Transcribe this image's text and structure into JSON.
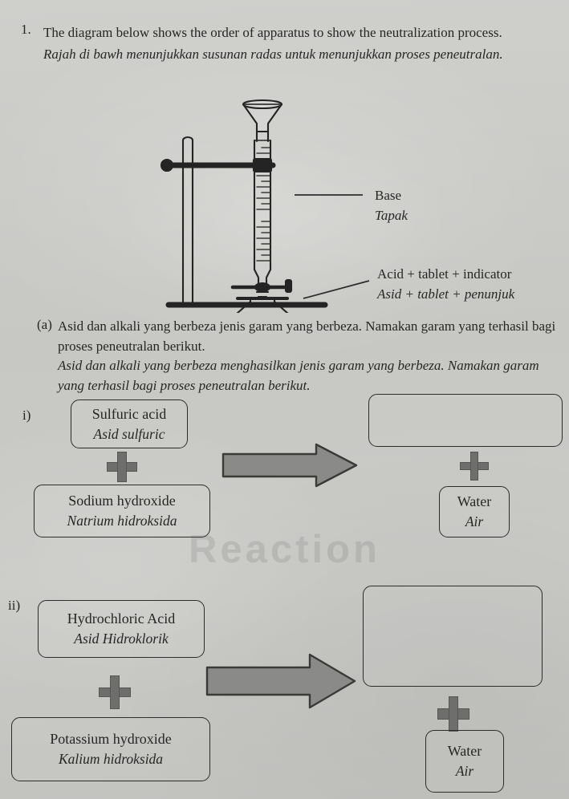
{
  "question": {
    "number": "1.",
    "english": "The diagram below shows the order of apparatus to show the neutralization process.",
    "malay": "Rajah di bawh menunjukkan susunan radas untuk menunjukkan proses peneutralan."
  },
  "apparatus": {
    "labels": [
      {
        "id": "base",
        "english": "Base",
        "malay": "Tapak"
      },
      {
        "id": "flask-contents",
        "english": "Acid + tablet + indicator",
        "malay": "Asid + tablet + penunjuk"
      }
    ],
    "parts": {
      "funnel": "funnel",
      "burette": "graduated-burette",
      "clamp": "retort-clamp",
      "stopcock": "stopcock-tap",
      "flask": "conical-flask",
      "stand": "retort-stand"
    }
  },
  "part_a": {
    "marker": "(a)",
    "english": "Asid dan alkali yang berbeza jenis garam yang berbeza. Namakan garam yang terhasil bagi proses peneutralan berikut.",
    "malay": "Asid dan alkali yang berbeza menghasilkan jenis garam yang berbeza. Namakan garam yang terhasil bagi proses peneutralan berikut."
  },
  "reactions": [
    {
      "marker": "i)",
      "reactant_1": {
        "english": "Sulfuric acid",
        "malay": "Asid sulfuric"
      },
      "operator": "+",
      "reactant_2": {
        "english": "Sodium hydroxide",
        "malay": "Natrium hidroksida"
      },
      "arrow": "right-block-arrow",
      "product_1": {
        "english": "",
        "malay": "",
        "answer_blank": true
      },
      "product_2": {
        "english": "Water",
        "malay": "Air"
      }
    },
    {
      "marker": "ii)",
      "reactant_1": {
        "english": "Hydrochloric Acid",
        "malay": "Asid Hidroklorik"
      },
      "operator": "+",
      "reactant_2": {
        "english": "Potassium hydroxide",
        "malay": "Kalium hidroksida"
      },
      "arrow": "right-block-arrow",
      "product_1": {
        "english": "",
        "malay": "",
        "answer_blank": true
      },
      "product_2": {
        "english": "Water",
        "malay": "Air"
      }
    }
  ],
  "watermark": "Reaction",
  "colors": {
    "paper": "#c9c9c6",
    "ink": "#262626",
    "arrow_fill": "#8a8a88",
    "arrow_stroke": "#3a3a38",
    "plus_fill": "#6e6e6c",
    "liquid": "#1f1f1f"
  }
}
